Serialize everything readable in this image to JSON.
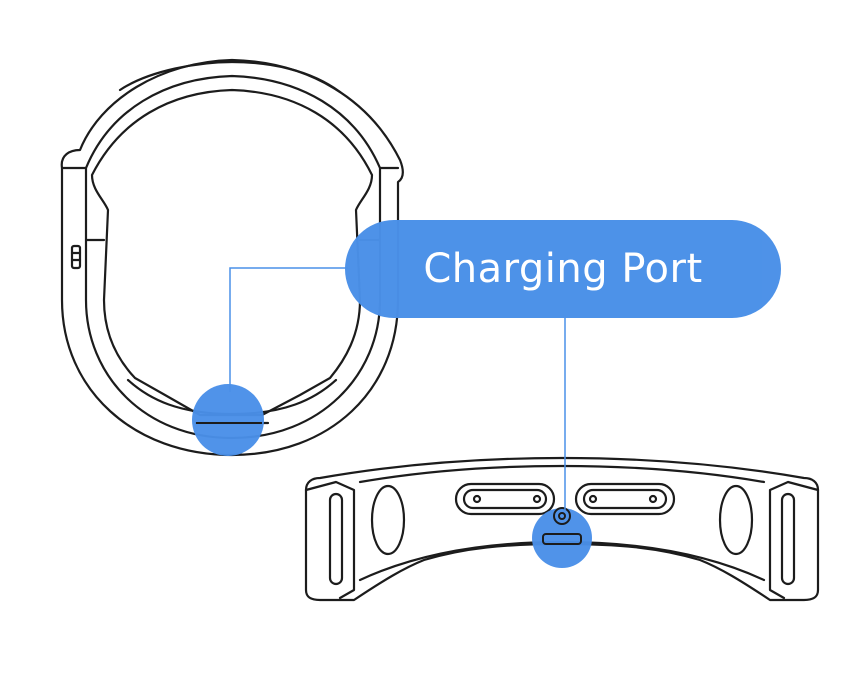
{
  "diagram": {
    "callout_text": "Charging Port",
    "accent_color": "#4a90e8",
    "line_color": "#1c1c1c",
    "views": [
      "top-view-headset",
      "front-view-headset"
    ]
  }
}
